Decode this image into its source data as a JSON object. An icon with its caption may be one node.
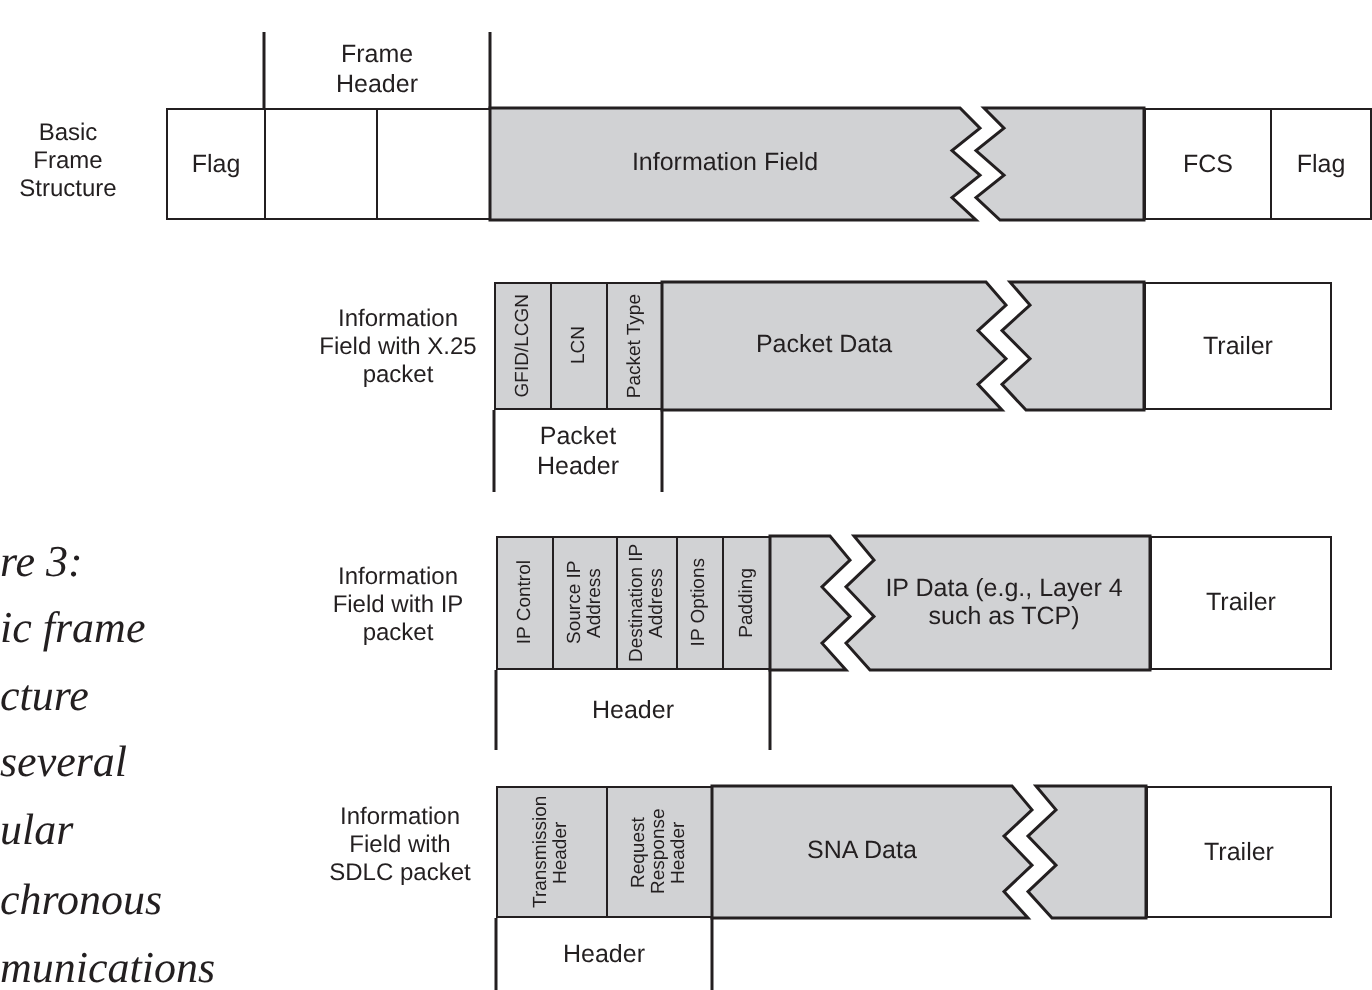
{
  "diagram": {
    "nodes": [
      {
        "text": [
          "Flag"
        ]
      },
      {
        "text": [],
        "shape": "box"
      },
      {
        "text": [],
        "shape": "box"
      },
      {
        "text": [
          "Information Field"
        ]
      },
      {
        "text": [
          "FCS"
        ]
      },
      {
        "text": [
          "Flag"
        ]
      },
      {
        "text": [
          "GFID/LCGN"
        ]
      },
      {
        "text": [
          "LCN"
        ]
      },
      {
        "text": [
          "Packet Type"
        ]
      },
      {
        "text": [
          "Packet Data"
        ]
      },
      {
        "text": [
          "Trailer"
        ]
      },
      {
        "text": [
          "IP Control"
        ]
      },
      {
        "text": [
          "Source IP Address"
        ]
      },
      {
        "text": [
          "Destination IP Address"
        ]
      },
      {
        "text": [
          "IP Options"
        ]
      },
      {
        "text": [
          "Padding"
        ]
      },
      {
        "text": [
          "IP Data (e.g., Layer 4 such as TCP)"
        ]
      },
      {
        "text": [
          "Trailer"
        ]
      },
      {
        "text": [
          "Transmission Header"
        ]
      },
      {
        "text": [
          "Request Response Header"
        ]
      },
      {
        "text": [
          "SNA Data"
        ]
      },
      {
        "text": [
          "Trailer"
        ]
      }
    ],
    "labels": [
      "re 3:",
      "ic frame",
      "cture",
      "several",
      "ular",
      "chronous",
      "munications",
      "Frame Header",
      "Basic Frame Structure",
      "Information Field with X.25 packet",
      "Packet Header",
      "Information Field with IP packet",
      "Header",
      "Information Field with SDLC packet",
      "Header"
    ]
  }
}
